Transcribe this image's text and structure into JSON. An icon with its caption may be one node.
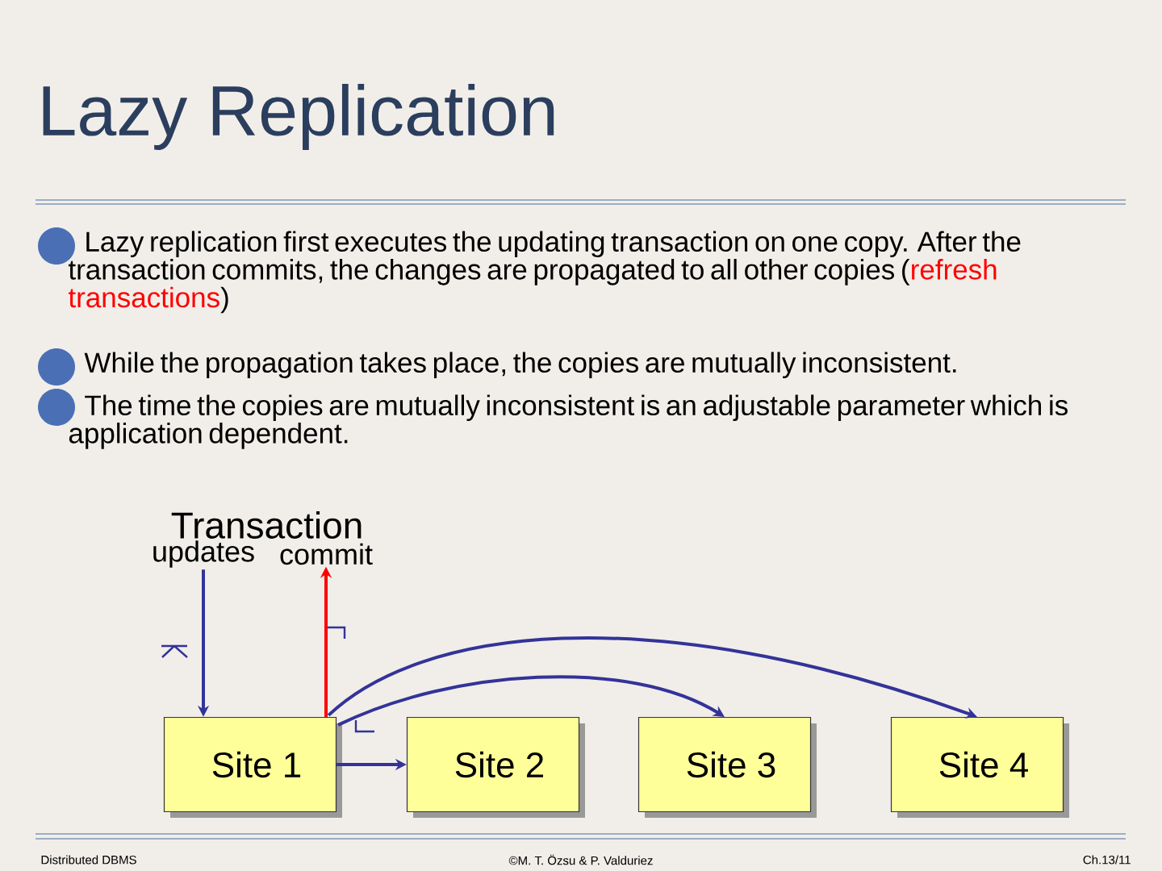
{
  "diagram": {
    "title": "Lazy Replication",
    "nodes": [
      {
        "text": [
          "updates"
        ]
      },
      {
        "text": [
          "commit"
        ]
      },
      {
        "text": [
          "Site 1"
        ]
      },
      {
        "text": [
          "Site 2"
        ]
      },
      {
        "text": [
          "Site 3"
        ]
      },
      {
        "text": [
          "Site 4"
        ]
      }
    ],
    "edges": [
      {
        "from": 0,
        "to": 2,
        "arrow": "to"
      },
      {
        "from": 2,
        "to": 1,
        "arrow": "to",
        "color": "#ff0000"
      },
      {
        "from": 2,
        "to": 3,
        "arrow": "to"
      },
      {
        "from": 2,
        "to": 4,
        "arrow": "to"
      },
      {
        "from": 2,
        "to": 5,
        "arrow": "to"
      }
    ],
    "labels": [
      "Lazy replication first executes the updating transaction on one copy. After the transaction commits, the changes are propagated to all other copies (",
      "refresh transactions",
      ")",
      "While the propagation takes place, the copies are mutually inconsistent.",
      "The time the copies are mutually inconsistent is an adjustable parameter which is application dependent.",
      "Transaction",
      "Distributed DBMS",
      "©M. T. Özsu & P. Valduriez",
      "Ch.13/11"
    ]
  }
}
